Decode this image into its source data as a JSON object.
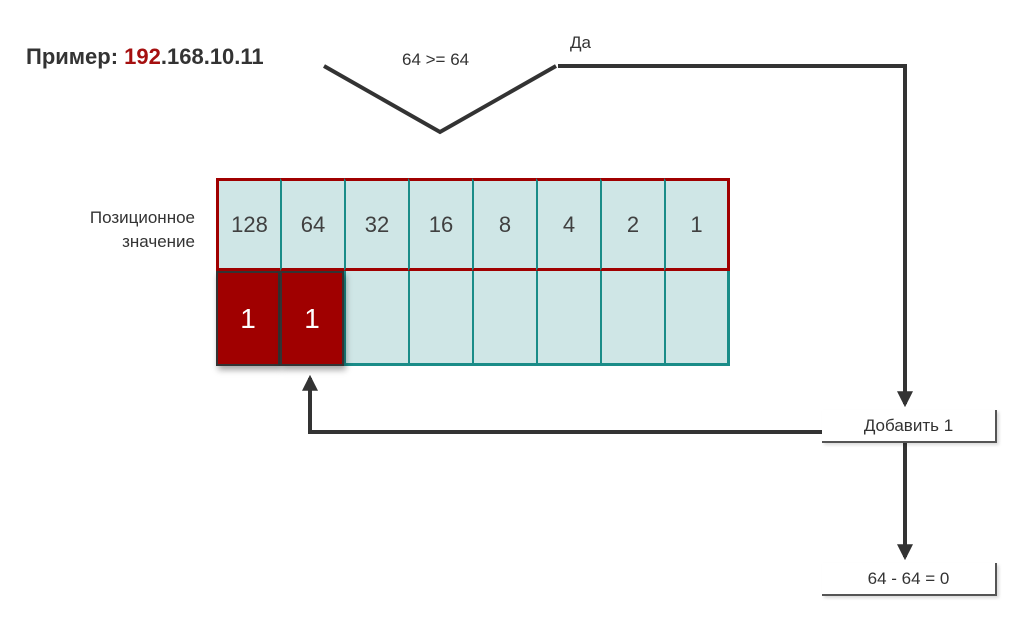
{
  "title": {
    "prefix": "Пример: ",
    "highlight": "192",
    "rest": ".168.10.11"
  },
  "condition": "64 >= 64",
  "yes_label": "Да",
  "position_label": "Позиционное значение",
  "position_values": [
    "128",
    "64",
    "32",
    "16",
    "8",
    "4",
    "2",
    "1"
  ],
  "bits": [
    "1",
    "1",
    "",
    "",
    "",
    "",
    "",
    ""
  ],
  "add_step": "Добавить 1",
  "result_step": "64 - 64 = 0",
  "colors": {
    "accent_red": "#a00000",
    "teal": "#1a8c88",
    "cell_fill": "#cfe6e6",
    "text": "#333333"
  }
}
